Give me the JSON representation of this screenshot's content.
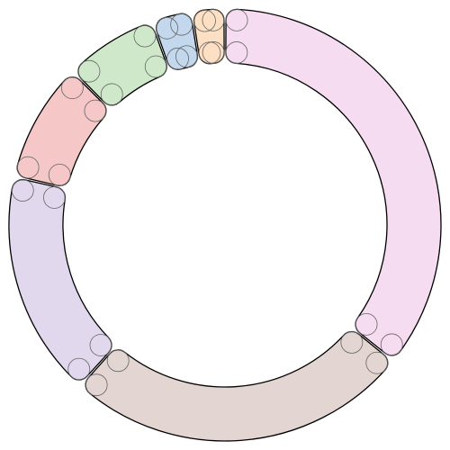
{
  "chart_data": {
    "type": "pie",
    "variant": "donut",
    "rounded_segment_corners": true,
    "corner_construction_circles": "visible",
    "start_angle_deg": 0,
    "direction": "clockwise",
    "outline_color": "#000000",
    "construction_stroke_color": "#666666",
    "slices": [
      {
        "value": 36,
        "color": "#f6dcf0"
      },
      {
        "value": 26,
        "color": "#e2d5d2"
      },
      {
        "value": 17,
        "color": "#e2d8ee"
      },
      {
        "value": 9,
        "color": "#f5c7c7"
      },
      {
        "value": 7,
        "color": "#cfe8c9"
      },
      {
        "value": 3,
        "color": "#c3d8ec"
      },
      {
        "value": 2.5,
        "color": "#fde0c3"
      }
    ]
  }
}
